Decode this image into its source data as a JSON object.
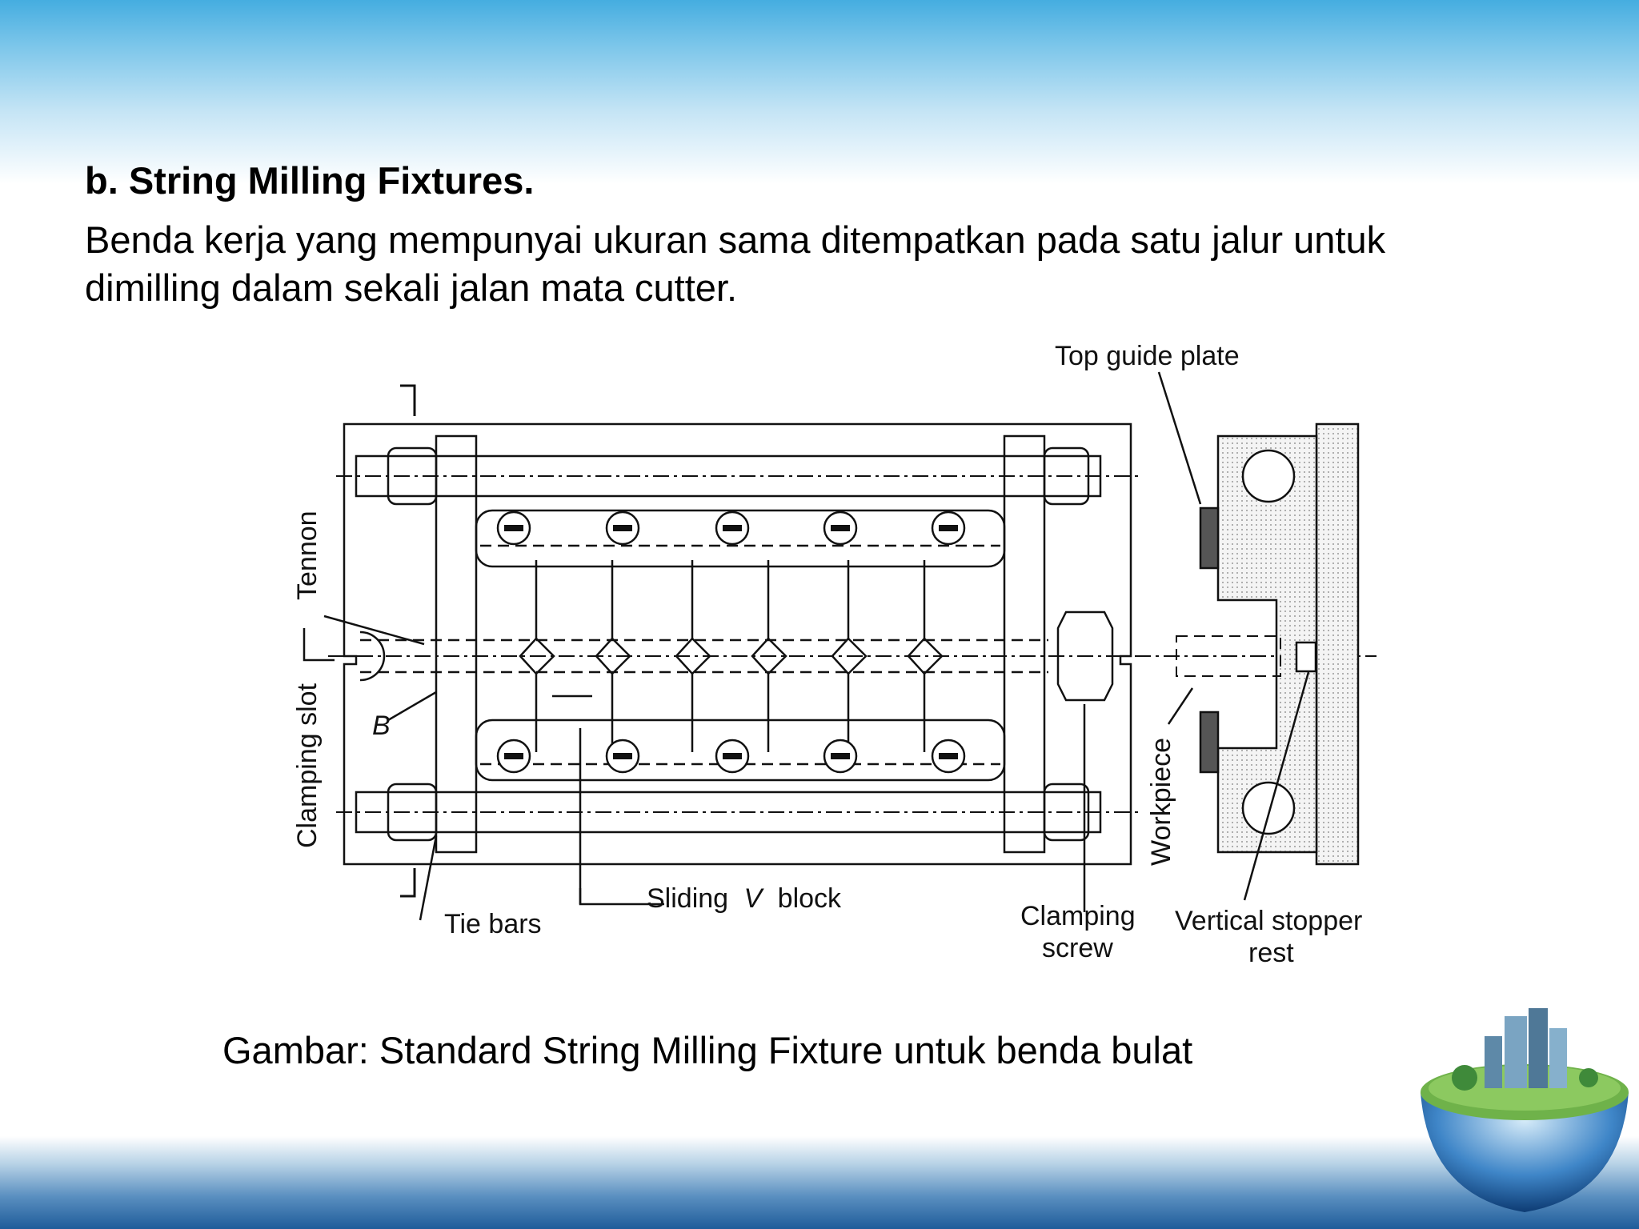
{
  "slide": {
    "heading": "b. String Milling Fixtures.",
    "body_line_1": "Benda kerja yang mempunyai ukuran sama ditempatkan pada satu jalur untuk",
    "body_line_2": "dimilling dalam sekali jalan mata cutter.",
    "caption": "Gambar: Standard String Milling Fixture untuk benda bulat"
  },
  "figure": {
    "labels": {
      "top_guide_plate": "Top guide plate",
      "tennon": "Tennon",
      "clamping_slot": "Clamping slot",
      "b_marker": "B",
      "tie_bars": "Tie bars",
      "sliding_v_block_1": "Sliding",
      "sliding_v_block_v": "V",
      "sliding_v_block_2": "block",
      "clamping_screw_1": "Clamping",
      "clamping_screw_2": "screw",
      "workpiece": "Workpiece",
      "vertical_stopper_1": "Vertical stopper",
      "vertical_stopper_2": "rest"
    }
  },
  "colors": {
    "header_top": "#45ade0",
    "footer_bottom": "#1f5c9a",
    "ink": "#111111"
  },
  "icons": {
    "logo": "city-globe-logo"
  }
}
